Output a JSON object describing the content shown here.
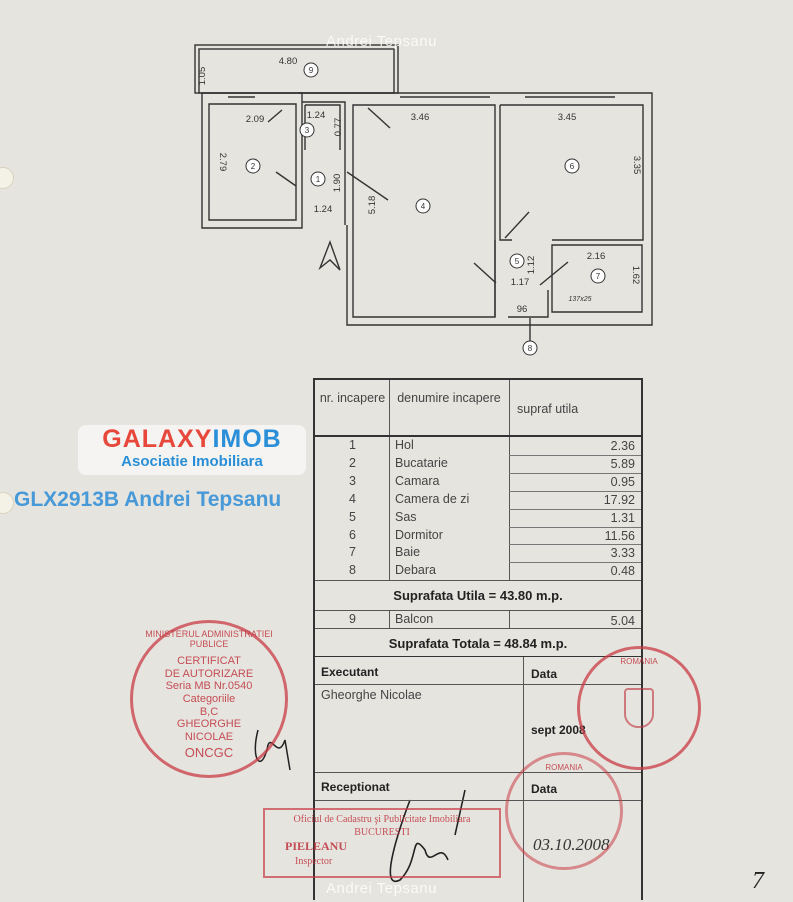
{
  "watermark": {
    "top": "Andrei Tepsanu",
    "bottom": "Andrei Tepsanu",
    "code": "GLX2913B Andrei Tepsanu",
    "logo_part1": "GALAXY",
    "logo_part2": "IMOB",
    "logo_sub": "Asociatie Imobiliara"
  },
  "plan": {
    "room_numbers": [
      "1",
      "2",
      "3",
      "4",
      "5",
      "6",
      "7",
      "8",
      "9"
    ],
    "dimensions": [
      "4.80",
      "1.05",
      "2.09",
      "2.79",
      "1.24",
      "0.77",
      "1.90",
      "1.24",
      "5.18",
      "3.46",
      "3.45",
      "3.35",
      "1.12",
      "1.17",
      "2.16",
      "1.62",
      "96",
      "137x25"
    ]
  },
  "table": {
    "headers": {
      "nr": "nr. incapere",
      "name": "denumire incapere",
      "area": "supraf utila"
    },
    "rows": [
      {
        "nr": "1",
        "name": "Hol",
        "area": "2.36"
      },
      {
        "nr": "2",
        "name": "Bucatarie",
        "area": "5.89"
      },
      {
        "nr": "3",
        "name": "Camara",
        "area": "0.95"
      },
      {
        "nr": "4",
        "name": "Camera de zi",
        "area": "17.92"
      },
      {
        "nr": "5",
        "name": "Sas",
        "area": "1.31"
      },
      {
        "nr": "6",
        "name": "Dormitor",
        "area": "11.56"
      },
      {
        "nr": "7",
        "name": "Baie",
        "area": "3.33"
      },
      {
        "nr": "8",
        "name": "Debara",
        "area": "0.48"
      }
    ],
    "util_total": "Suprafata Utila  =  43.80 m.p.",
    "balcony": {
      "nr": "9",
      "name": "Balcon",
      "area": "5.04"
    },
    "grand_total": "Suprafata Totala = 48.84 m.p.",
    "executant_label": "Executant",
    "executant_name": "Gheorghe Nicolae",
    "data_label": "Data",
    "executant_date": "sept 2008",
    "receptionat_label": "Receptionat",
    "receptionat_data_label": "Data",
    "receptionat_date": "03.10.2008"
  },
  "stamps": {
    "left": {
      "ring": "MINISTERUL ADMINISTRATIEI PUBLICE",
      "lines": [
        "CERTIFICAT",
        "DE AUTORIZARE",
        "Seria MB Nr.0540",
        "Categoriile",
        "B,C",
        "GHEORGHE",
        "NICOLAE"
      ],
      "bottom": "ONCGC"
    },
    "rect": {
      "lines": [
        "Oficiul de Cadastru şi Publicitate Imobiliara",
        "BUCURESTI",
        "PIELEANU",
        "Inspector"
      ]
    },
    "right_top": "ROMANIA",
    "right_bottom": "ROMANIA"
  },
  "page_number": "7"
}
